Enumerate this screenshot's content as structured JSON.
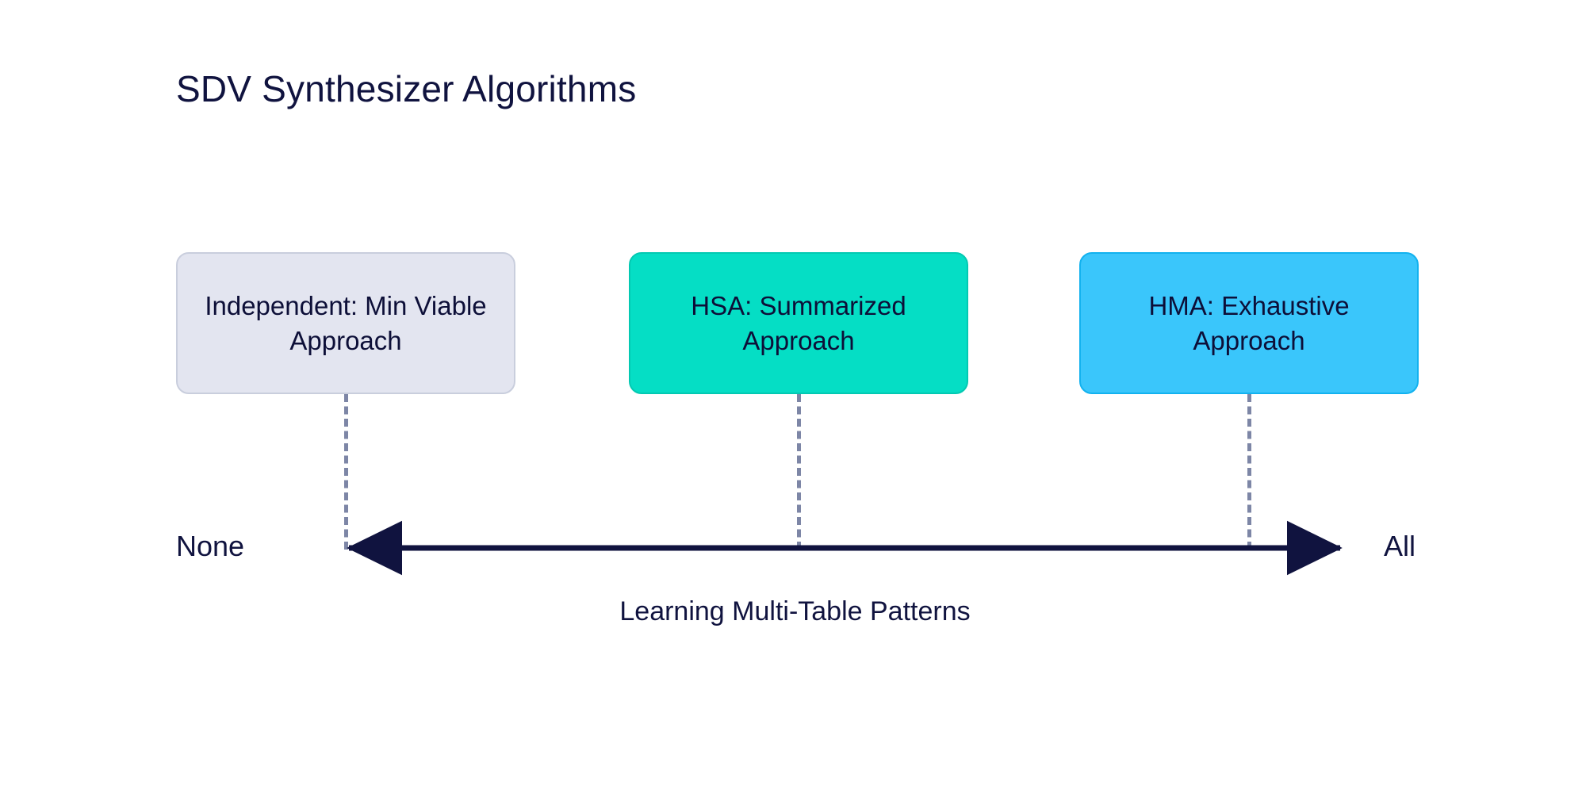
{
  "diagram": {
    "title": "SDV Synthesizer Algorithms",
    "background_color": "#ffffff",
    "text_color": "#10133f",
    "nodes": [
      {
        "id": "independent",
        "label": "Independent: Min Viable Approach",
        "fill_color": "#e3e5f0",
        "border_color": "#c9cedd"
      },
      {
        "id": "hsa",
        "label": "HSA: Summarized Approach",
        "fill_color": "#05dec5",
        "border_color": "#03c9b2"
      },
      {
        "id": "hma",
        "label": "HMA: Exhaustive Approach",
        "fill_color": "#3ac6fb",
        "border_color": "#12b2ef"
      }
    ],
    "connector_color": "#7d86a6",
    "axis": {
      "left_label": "None",
      "right_label": "All",
      "caption": "Learning Multi-Table Patterns",
      "line_color": "#10133f",
      "arrowheads": "both"
    }
  }
}
